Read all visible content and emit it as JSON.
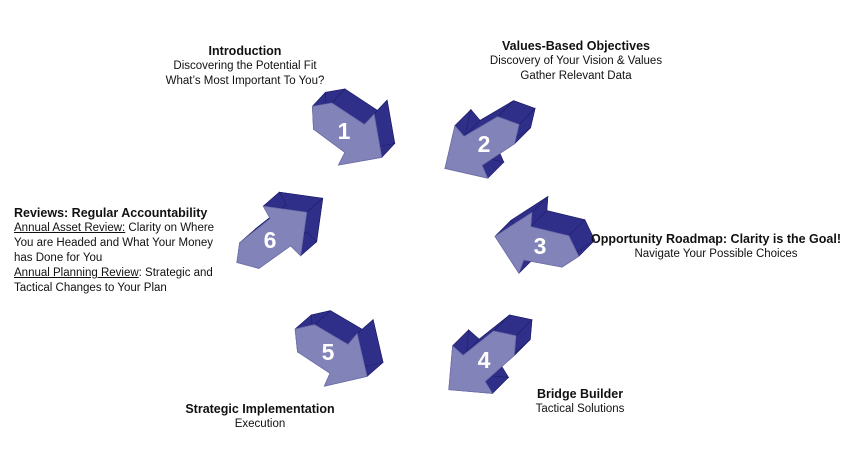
{
  "colors": {
    "face": "#8283b8",
    "side": "#2f2f8a",
    "dark": "#1e1e6b",
    "number": "#ffffff"
  },
  "arrows": [
    {
      "number": "1",
      "icon": "arrow-3d-icon"
    },
    {
      "number": "2",
      "icon": "arrow-3d-icon"
    },
    {
      "number": "3",
      "icon": "arrow-3d-icon"
    },
    {
      "number": "4",
      "icon": "arrow-3d-icon"
    },
    {
      "number": "5",
      "icon": "arrow-3d-icon"
    },
    {
      "number": "6",
      "icon": "arrow-3d-icon"
    }
  ],
  "steps": {
    "introduction": {
      "title": "Introduction",
      "line1": "Discovering the Potential Fit",
      "line2": "What’s Most Important To You?"
    },
    "values": {
      "title": "Values-Based Objectives",
      "line1": "Discovery of  Your Vision & Values",
      "line2": "Gather Relevant Data"
    },
    "roadmap": {
      "title": "Opportunity Roadmap: Clarity is the Goal!",
      "line1": "Navigate Your  Possible Choices"
    },
    "bridge": {
      "title": "Bridge Builder",
      "line1": "Tactical Solutions"
    },
    "implementation": {
      "title": "Strategic Implementation",
      "line1": "Execution"
    },
    "reviews": {
      "title": "Reviews:  Regular Accountability",
      "asset_label": "Annual Asset Review:",
      "asset_text_1": " Clarity on Where",
      "asset_text_2": "You are Headed and What Your Money",
      "asset_text_3": "has Done for You",
      "planning_label": "Annual Planning Review",
      "planning_text_1": ": Strategic and",
      "planning_text_2": "Tactical Changes to Your Plan"
    }
  }
}
